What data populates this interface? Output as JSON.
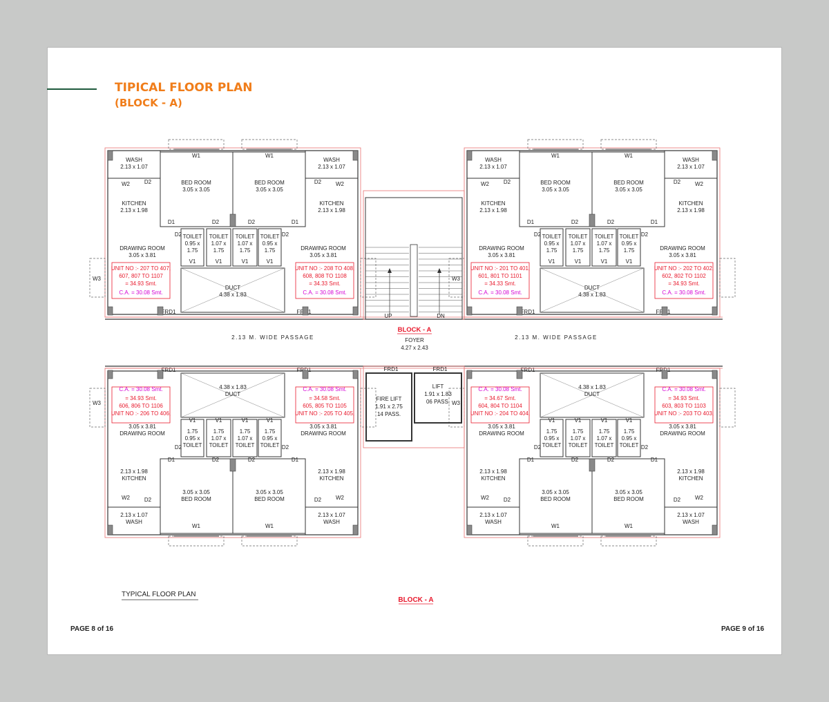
{
  "header": {
    "title": "TIPICAL FLOOR PLAN",
    "subtitle": "(BLOCK - A)"
  },
  "rooms": {
    "wash": "WASH",
    "wash_dim": "2.13 x 1.07",
    "bed": "BED ROOM",
    "bed_dim": "3.05 x 3.05",
    "kitchen": "KITCHEN",
    "kitchen_dim": "2.13 x 1.98",
    "drawing": "DRAWING ROOM",
    "drawing_dim": "3.05 x 3.81",
    "toilet": "TOILET",
    "toilet_a": [
      "0.95 x",
      "1.75"
    ],
    "toilet_b": [
      "1.07 x",
      "1.75"
    ],
    "duct": "DUCT",
    "duct_dim": "4.38 x 1.83"
  },
  "tags": {
    "w1": "W1",
    "w2": "W2",
    "w3": "W3",
    "d1": "D1",
    "d2": "D2",
    "v1": "V1",
    "frd1": "FRD1"
  },
  "units": {
    "top_left_a": [
      "UNIT NO :- 207 TO 407,",
      "607, 807 TO 1107",
      "= 34.93 Smt."
    ],
    "top_left_b": [
      "UNIT NO :- 208 TO 408,",
      "608, 808 TO 1108",
      "= 34.33 Smt."
    ],
    "top_right_a": [
      "UNIT NO :- 201 TO 401,",
      "601, 801 TO 1101",
      "= 34.33 Smt."
    ],
    "top_right_b": [
      "UNIT NO :- 202 TO 402,",
      "602, 802 TO 1102",
      "= 34.93 Smt."
    ],
    "bot_left_a": [
      "UNIT NO :- 206 TO 406,",
      "606, 806 TO 1106",
      "= 34.93 Smt."
    ],
    "bot_left_b": [
      "UNIT NO :- 205 TO 405,",
      "605, 805 TO 1105",
      "= 34.58 Smt."
    ],
    "bot_right_a": [
      "UNIT NO :- 204 TO 404,",
      "604, 804 TO 1104",
      "= 34.67 Smt."
    ],
    "bot_right_b": [
      "UNIT NO :- 203 TO 403,",
      "603, 803 TO 1103",
      "= 34.93 Smt."
    ],
    "carpet": "C.A. = 30.08 Smt."
  },
  "core": {
    "passage": "2.13 M.  WIDE  PASSAGE",
    "block": "BLOCK - A",
    "foyer": "FOYER",
    "foyer_dim": "4.27 x 2.43",
    "up": "UP",
    "dn": "DN",
    "fire_lift": [
      "FIRE LIFT",
      "1.91 x 2.75",
      "14 PASS."
    ],
    "lift": [
      "LIFT",
      "1.91 x 1.83",
      "06 PASS."
    ]
  },
  "footer": {
    "plan_label": "TYPICAL FLOOR PLAN",
    "block_label": "BLOCK - A",
    "page_left": "PAGE 8 of 16",
    "page_right": "PAGE 9 of 16"
  },
  "colors": {
    "accent": "#f07d1a",
    "rule": "#1e5a3c",
    "unit_red": "#e8192c",
    "carpet_magenta": "#d400d4",
    "wall_red": "#e87070"
  }
}
